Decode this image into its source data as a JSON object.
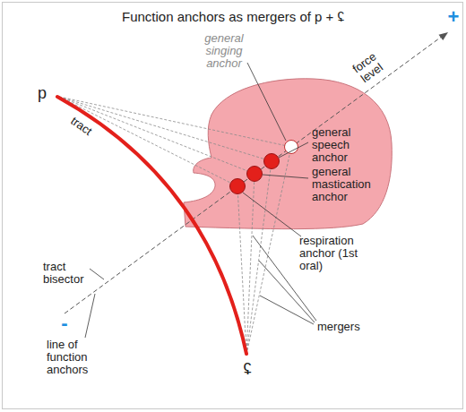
{
  "diagram": {
    "title": "Function anchors as mergers of p + ʢ",
    "labels": [
      "p",
      "tract",
      "ʢ",
      "+",
      "-",
      "force level",
      "general singing anchor",
      "general speech anchor",
      "general mastication anchor",
      "respiration anchor (1st oral)",
      "tract bisector",
      "line of function anchors",
      "mergers"
    ]
  }
}
